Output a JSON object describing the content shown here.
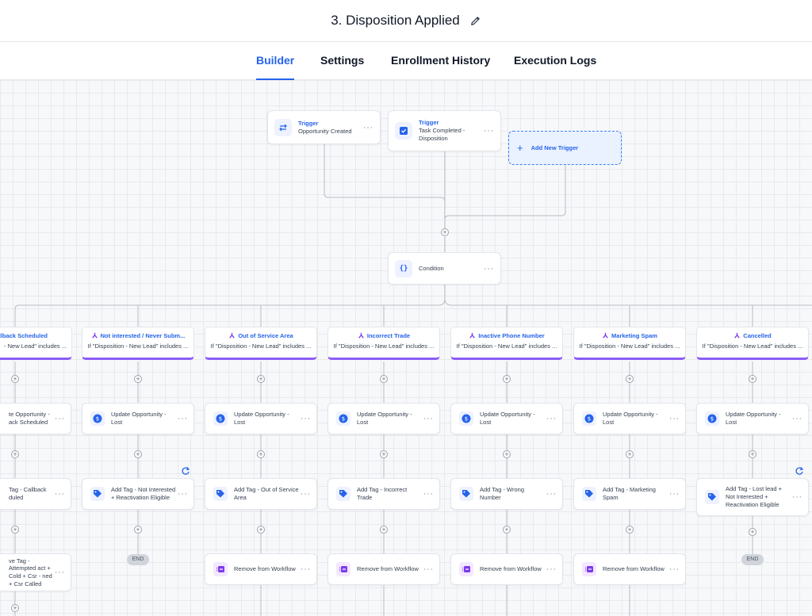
{
  "header": {
    "title": "3. Disposition Applied"
  },
  "tabs": [
    {
      "label": "Builder"
    },
    {
      "label": "Settings"
    },
    {
      "label": "Enrollment History"
    },
    {
      "label": "Execution Logs"
    }
  ],
  "triggers": [
    {
      "title": "Trigger",
      "desc": "Opportunity Created"
    },
    {
      "title": "Trigger",
      "desc": "Task Completed - Disposition"
    }
  ],
  "add_trigger": {
    "label": "Add New Trigger"
  },
  "condition": {
    "label": "Condition"
  },
  "branches": [
    {
      "name": "allback Scheduled",
      "cond": "- New Lead\" includes ...",
      "action1": "te Opportunity - ack Scheduled",
      "action2": "Tag - Callback duled",
      "action3": "ve Tag - Attempted act + Cold + Csr - ned + Csr Called"
    },
    {
      "name": "Not interested / Never Subm...",
      "cond": "If \"Disposition - New Lead\" includes ...",
      "action1": "Update Opportunity - Lost",
      "action2": "Add Tag - Not Interested + Reactivation Eligible",
      "end": "END"
    },
    {
      "name": "Out of Service Area",
      "cond": "If \"Disposition - New Lead\" includes ...",
      "action1": "Update Opportunity - Lost",
      "action2": "Add Tag - Out of Service Area",
      "action3": "Remove from Workflow"
    },
    {
      "name": "Incorrect Trade",
      "cond": "If \"Disposition - New Lead\" includes ...",
      "action1": "Update Opportunity - Lost",
      "action2": "Add Tag - Incorrect Trade",
      "action3": "Remove from Workflow"
    },
    {
      "name": "Inactive Phone Number",
      "cond": "If \"Disposition - New Lead\" includes ...",
      "action1": "Update Opportunity - Lost",
      "action2": "Add Tag - Wrong Number",
      "action3": "Remove from Workflow"
    },
    {
      "name": "Marketing Spam",
      "cond": "If \"Disposition - New Lead\" includes ...",
      "action1": "Update Opportunity - Lost",
      "action2": "Add Tag - Marketing Spam",
      "action3": "Remove from Workflow"
    },
    {
      "name": "Cancelled",
      "cond": "If \"Disposition - New Lead\" includes ...",
      "action1": "Update Opportunity - Lost",
      "action2": "Add Tag - Lost lead + Not Interested + Reactivation Eligible",
      "end": "END"
    }
  ],
  "icons": {
    "trigger1": "swap-arrows-icon",
    "trigger2": "checkbox-icon",
    "condition": "braces-icon",
    "branch": "branch-icon",
    "opportunity": "dollar-icon",
    "tag": "tag-icon",
    "remove": "remove-workflow-icon"
  },
  "colors": {
    "accent": "#2563eb",
    "branch_bar": "#8b5cf6",
    "remove_icon": "#7c3aed",
    "canvas_bg": "#f7f8fa"
  }
}
